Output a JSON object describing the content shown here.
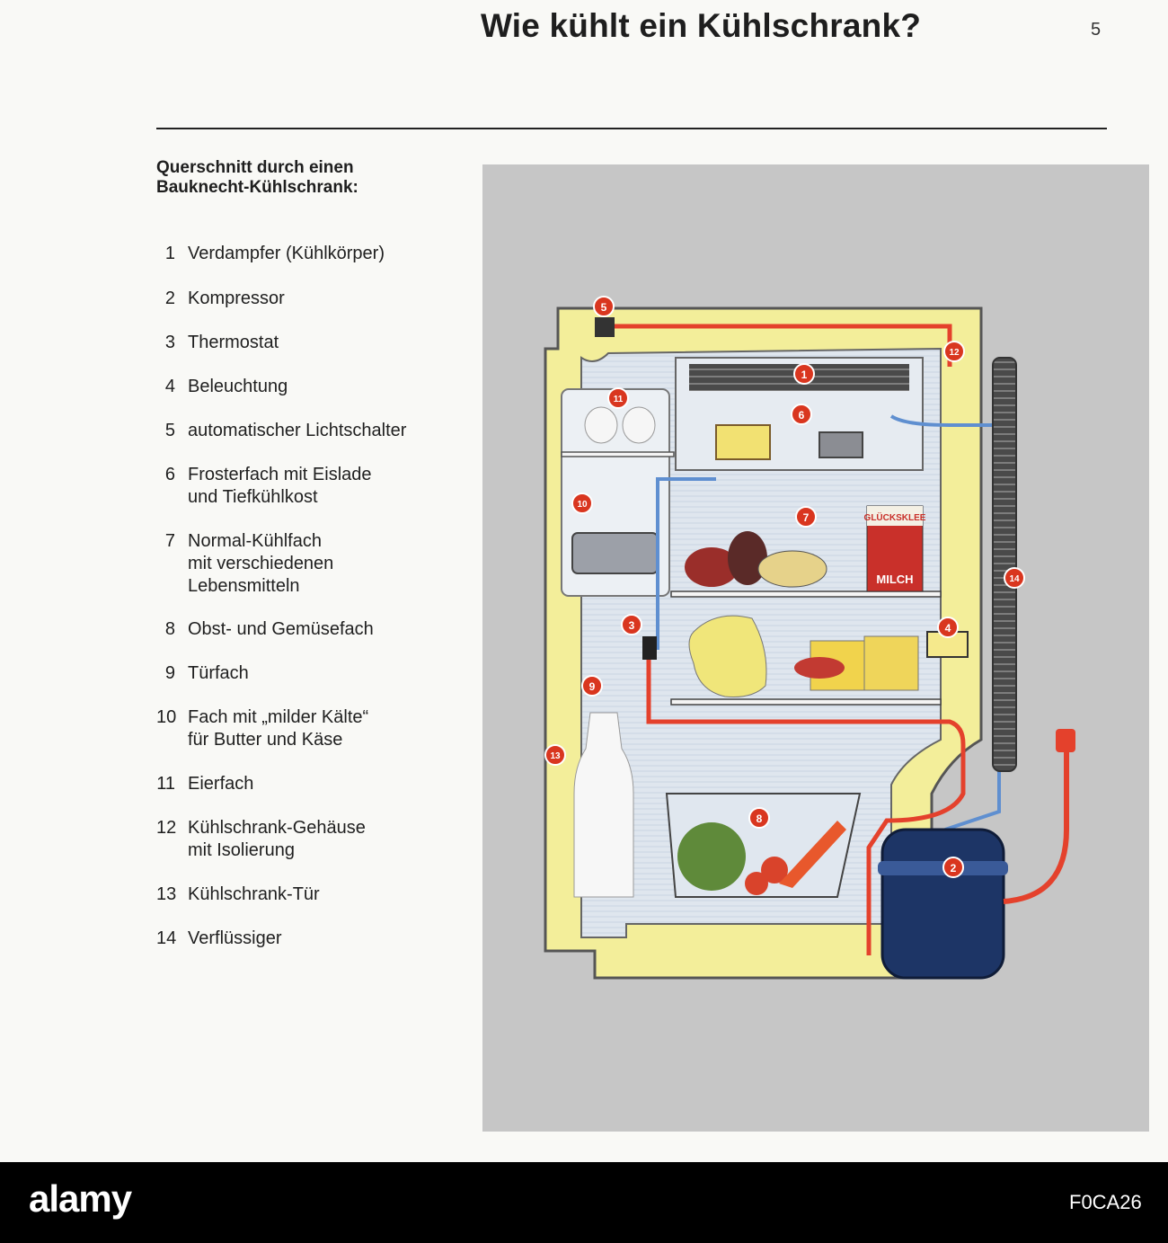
{
  "header": {
    "title": "Wie kühlt ein Kühlschrank?",
    "page_number": "5"
  },
  "legend": {
    "heading": "Querschnitt durch einen\nBauknecht-Kühlschrank:",
    "items": [
      {
        "num": "1",
        "text": "Verdampfer (Kühlkörper)"
      },
      {
        "num": "2",
        "text": "Kompressor"
      },
      {
        "num": "3",
        "text": "Thermostat"
      },
      {
        "num": "4",
        "text": "Beleuchtung"
      },
      {
        "num": "5",
        "text": "automatischer Lichtschalter"
      },
      {
        "num": "6",
        "text": "Frosterfach mit Eislade\nund Tiefkühlkost"
      },
      {
        "num": "7",
        "text": "Normal-Kühlfach\nmit verschiedenen\nLebensmitteln"
      },
      {
        "num": "8",
        "text": "Obst- und Gemüsefach"
      },
      {
        "num": "9",
        "text": "Türfach"
      },
      {
        "num": "10",
        "text": "Fach mit „milder Kälte“\nfür Butter und Käse"
      },
      {
        "num": "11",
        "text": "Eierfach"
      },
      {
        "num": "12",
        "text": "Kühlschrank-Gehäuse\nmit Isolierung"
      },
      {
        "num": "13",
        "text": "Kühlschrank-Tür"
      },
      {
        "num": "14",
        "text": "Verflüssiger"
      }
    ]
  },
  "diagram": {
    "callouts": [
      "1",
      "2",
      "3",
      "4",
      "5",
      "6",
      "7",
      "8",
      "9",
      "10",
      "11",
      "12",
      "13",
      "14"
    ],
    "milk_brand": "GLÜCKSKLEE",
    "milk_label": "MILCH",
    "colors": {
      "background": "#c6c6c6",
      "cabinet": "#f3ee9a",
      "interior": "#dfe6ee",
      "refrigerant_hot": "#e4412c",
      "refrigerant_cold": "#5f8fd0",
      "compressor": "#1d3566",
      "callout": "#d9361f"
    }
  },
  "footer": {
    "logo": "alamy",
    "code": "F0CA26"
  }
}
